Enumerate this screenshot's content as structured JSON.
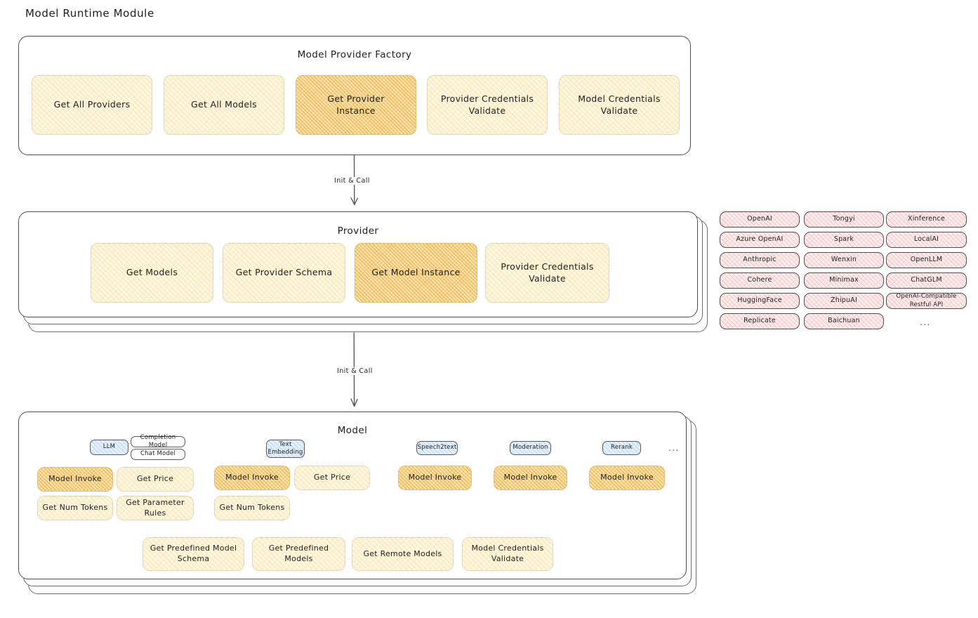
{
  "page": {
    "title": "Model Runtime Module"
  },
  "factory": {
    "title": "Model Provider Factory",
    "nodes": [
      {
        "label": "Get All Providers",
        "style": "yellow"
      },
      {
        "label": "Get All Models",
        "style": "yellow"
      },
      {
        "label": "Get Provider\nInstance",
        "style": "orange"
      },
      {
        "label": "Provider Credentials\nValidate",
        "style": "yellow"
      },
      {
        "label": "Model Credentials\nValidate",
        "style": "yellow"
      }
    ]
  },
  "arrows": [
    {
      "label": "Init & Call"
    },
    {
      "label": "Init & Call"
    }
  ],
  "provider": {
    "title": "Provider",
    "nodes": [
      {
        "label": "Get Models",
        "style": "yellow"
      },
      {
        "label": "Get Provider Schema",
        "style": "yellow"
      },
      {
        "label": "Get Model Instance",
        "style": "orange"
      },
      {
        "label": "Provider Credentials\nValidate",
        "style": "yellow"
      }
    ]
  },
  "provider_list": {
    "columns": [
      [
        "OpenAI",
        "Azure OpenAI",
        "Anthropic",
        "Cohere",
        "HuggingFace",
        "Replicate"
      ],
      [
        "Tongyi",
        "Spark",
        "Wenxin",
        "Minimax",
        "ZhipuAI",
        "Baichuan"
      ],
      [
        "Xinference",
        "LocalAI",
        "OpenLLM",
        "ChatGLM",
        "OpenAI-Compatible Restful API"
      ]
    ],
    "more": "..."
  },
  "model": {
    "title": "Model",
    "more": "...",
    "types": [
      {
        "name": "LLM",
        "style": "blue",
        "subtypes": [
          "Completion Model",
          "Chat Model"
        ],
        "methods": [
          {
            "label": "Model Invoke",
            "style": "orange"
          },
          {
            "label": "Get Price",
            "style": "yellow"
          },
          {
            "label": "Get Num Tokens",
            "style": "yellow"
          },
          {
            "label": "Get Parameter\nRules",
            "style": "yellow"
          }
        ]
      },
      {
        "name": "Text\nEmbedding",
        "style": "blue",
        "subtypes": [],
        "methods": [
          {
            "label": "Model Invoke",
            "style": "orange"
          },
          {
            "label": "Get Price",
            "style": "yellow"
          },
          {
            "label": "Get Num Tokens",
            "style": "yellow"
          }
        ]
      },
      {
        "name": "Speech2text",
        "style": "blue",
        "subtypes": [],
        "methods": [
          {
            "label": "Model Invoke",
            "style": "orange"
          }
        ]
      },
      {
        "name": "Moderation",
        "style": "blue",
        "subtypes": [],
        "methods": [
          {
            "label": "Model Invoke",
            "style": "orange"
          }
        ]
      },
      {
        "name": "Rerank",
        "style": "blue",
        "subtypes": [],
        "methods": [
          {
            "label": "Model Invoke",
            "style": "orange"
          }
        ]
      }
    ],
    "common_methods": [
      {
        "label": "Get Predefined Model\nSchema",
        "style": "yellow"
      },
      {
        "label": "Get Predefined\nModels",
        "style": "yellow"
      },
      {
        "label": "Get Remote Models",
        "style": "yellow"
      },
      {
        "label": "Model Credentials\nValidate",
        "style": "yellow"
      }
    ]
  },
  "colors": {
    "stroke": "#4f4f4f",
    "yellow_fill": "#fdf6e0",
    "orange_fill": "#fbe3ae",
    "blue_fill": "#e3f0fb",
    "pink_fill": "#fdeeee",
    "text": "#1e1e1e"
  }
}
